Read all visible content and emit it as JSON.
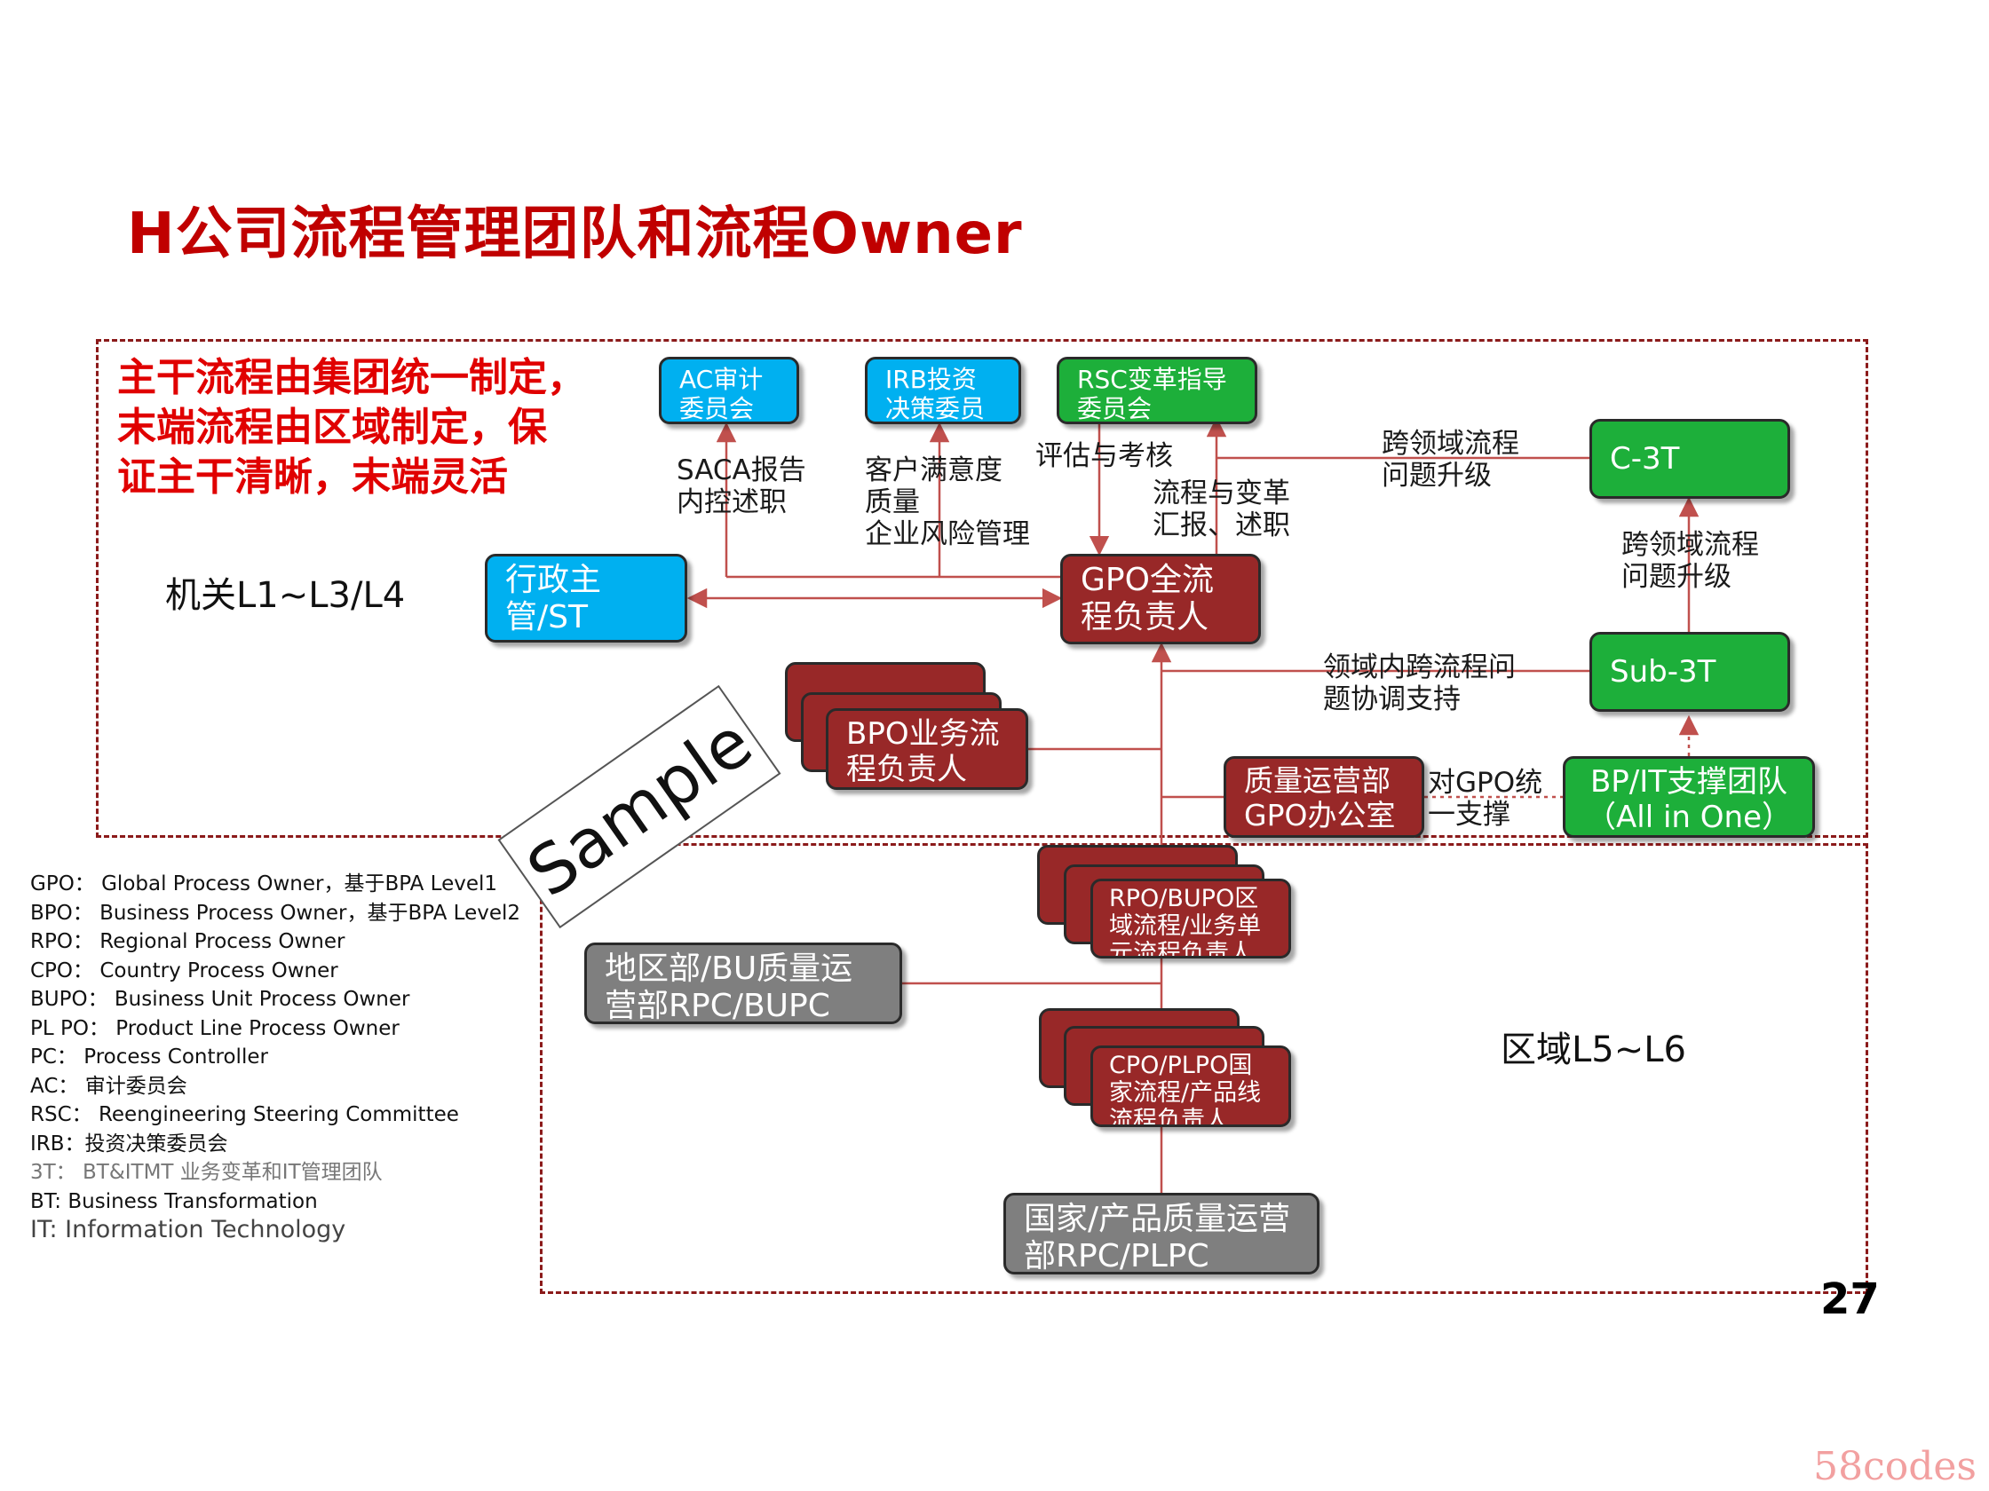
{
  "title": "H公司流程管理团队和流程Owner",
  "slogan": [
    "主干流程由集团统一制定，",
    "末端流程由区域制定，保",
    "证主干清晰，末端灵活"
  ],
  "zones": {
    "hq": "机关L1~L3/L4",
    "region": "区域L5~L6"
  },
  "nodes": {
    "ac": "AC审计委员会",
    "irb": "IRB投资决策委员会",
    "rsc": "RSC变革指导委员会",
    "c3t": "C-3T",
    "admin": "行政主管/ST",
    "gpo": "GPO全流程负责人",
    "sub3t": "Sub-3T",
    "bpo": "BPO业务流程负责人",
    "quality_hq": "质量运营部GPO办公室",
    "bpit": "BP/IT支撑团队（All in One）",
    "rpo": "RPO/BUPO区域流程/业务单元流程负责人",
    "rpc": "地区部/BU质量运营部RPC/BUPC",
    "cpo": "CPO/PLPO国家流程/产品线流程负责人",
    "plpc": "国家/产品质量运营部RPC/PLPC"
  },
  "edge_labels": {
    "saca": [
      "SACA报告",
      "内控述职"
    ],
    "customer": [
      "客户满意度",
      "质量",
      "企业风险管理"
    ],
    "evaluate": "评估与考核",
    "report": [
      "流程与变革",
      "汇报、述职"
    ],
    "cross_domain_1": [
      "跨领域流程",
      "问题升级"
    ],
    "cross_domain_2": [
      "跨领域流程",
      "问题升级"
    ],
    "in_domain": [
      "领域内跨流程问",
      "题协调支持"
    ],
    "gpo_support": [
      "对GPO统",
      "一支撑"
    ]
  },
  "stamp": "Sample",
  "legend": [
    "GPO：  Global Process Owner，基于BPA Level1",
    "BPO：  Business Process Owner，基于BPA Level2",
    "RPO：  Regional Process Owner",
    "CPO：  Country Process Owner",
    "BUPO：  Business Unit Process Owner",
    "PL PO：  Product Line Process Owner",
    "PC：  Process Controller",
    "AC：  审计委员会",
    "RSC：  Reengineering Steering Committee",
    "IRB：投资决策委员会",
    "3T：  BT&ITMT  业务变革和IT管理团队",
    "BT: Business Transformation",
    "IT: Information Technology"
  ],
  "page_number": "27",
  "watermark": "58codes",
  "colors": {
    "title": "#c00000",
    "blue": "#00b0f0",
    "green": "#1daf3a",
    "dark_red": "#982828",
    "gray": "#7f7f7f",
    "frame": "#8b1a1a"
  }
}
